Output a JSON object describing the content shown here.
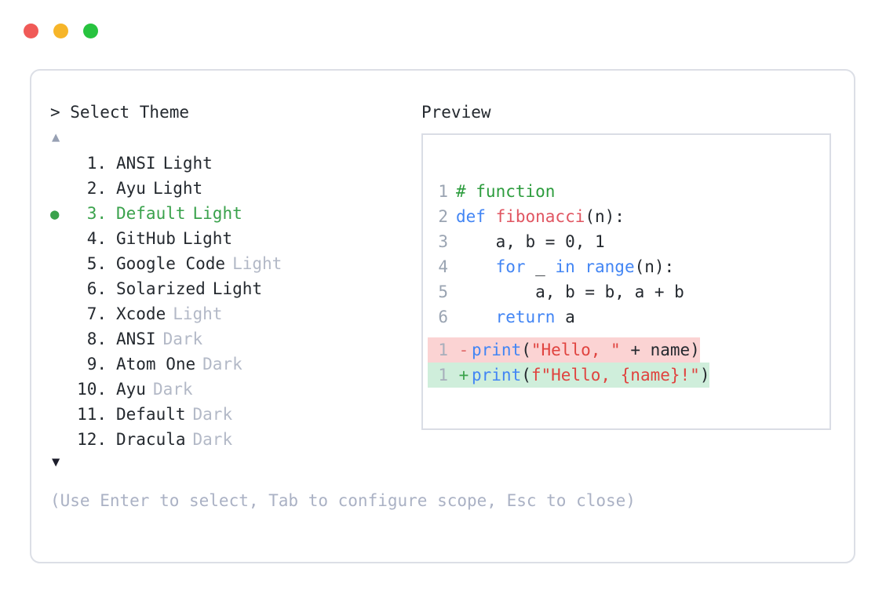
{
  "window": {
    "dots": [
      {
        "name": "close",
        "color": "#f05a57"
      },
      {
        "name": "minimize",
        "color": "#f6b529"
      },
      {
        "name": "maximize",
        "color": "#27c33f"
      }
    ]
  },
  "left": {
    "prompt": "> Select Theme",
    "scroll_up": "▲",
    "scroll_down": "▼",
    "selected_index": 3,
    "bullet": "●",
    "items": [
      {
        "index": "1.",
        "name": "ANSI",
        "variant": "Light",
        "variant_muted": false,
        "selected": false
      },
      {
        "index": "2.",
        "name": "Ayu",
        "variant": "Light",
        "variant_muted": false,
        "selected": false
      },
      {
        "index": "3.",
        "name": "Default",
        "variant": "Light",
        "variant_muted": false,
        "selected": true
      },
      {
        "index": "4.",
        "name": "GitHub",
        "variant": "Light",
        "variant_muted": false,
        "selected": false
      },
      {
        "index": "5.",
        "name": "Google Code",
        "variant": "Light",
        "variant_muted": true,
        "selected": false
      },
      {
        "index": "6.",
        "name": "Solarized",
        "variant": "Light",
        "variant_muted": false,
        "selected": false
      },
      {
        "index": "7.",
        "name": "Xcode",
        "variant": "Light",
        "variant_muted": true,
        "selected": false
      },
      {
        "index": "8.",
        "name": "ANSI",
        "variant": "Dark",
        "variant_muted": true,
        "selected": false
      },
      {
        "index": "9.",
        "name": "Atom One",
        "variant": "Dark",
        "variant_muted": true,
        "selected": false
      },
      {
        "index": "10.",
        "name": "Ayu",
        "variant": "Dark",
        "variant_muted": true,
        "selected": false
      },
      {
        "index": "11.",
        "name": "Default",
        "variant": "Dark",
        "variant_muted": true,
        "selected": false
      },
      {
        "index": "12.",
        "name": "Dracula",
        "variant": "Dark",
        "variant_muted": true,
        "selected": false
      }
    ]
  },
  "right": {
    "heading": "Preview",
    "code_lines": [
      {
        "ln": "1",
        "tokens": [
          {
            "t": "# function",
            "c": "comment"
          }
        ]
      },
      {
        "ln": "2",
        "tokens": [
          {
            "t": "def ",
            "c": "keyword"
          },
          {
            "t": "fibonacci",
            "c": "func"
          },
          {
            "t": "(n):",
            "c": "plain"
          }
        ]
      },
      {
        "ln": "3",
        "tokens": [
          {
            "t": "    a, b = 0, 1",
            "c": "plain"
          }
        ]
      },
      {
        "ln": "4",
        "tokens": [
          {
            "t": "    ",
            "c": "plain"
          },
          {
            "t": "for",
            "c": "keyword"
          },
          {
            "t": " _ ",
            "c": "plain"
          },
          {
            "t": "in range",
            "c": "keyword"
          },
          {
            "t": "(n):",
            "c": "plain"
          }
        ]
      },
      {
        "ln": "5",
        "tokens": [
          {
            "t": "        a, b = b, a + b",
            "c": "plain"
          }
        ]
      },
      {
        "ln": "6",
        "tokens": [
          {
            "t": "    ",
            "c": "plain"
          },
          {
            "t": "return",
            "c": "keyword"
          },
          {
            "t": " a",
            "c": "plain"
          }
        ]
      }
    ],
    "diff_lines": [
      {
        "ln": "1",
        "marker": "-",
        "kind": "removed",
        "tokens": [
          {
            "t": "print",
            "c": "keyword"
          },
          {
            "t": "(",
            "c": "plain"
          },
          {
            "t": "\"Hello, \"",
            "c": "string"
          },
          {
            "t": " + name)",
            "c": "plain"
          }
        ]
      },
      {
        "ln": "1",
        "marker": "+",
        "kind": "added",
        "tokens": [
          {
            "t": "print",
            "c": "keyword"
          },
          {
            "t": "(",
            "c": "plain"
          },
          {
            "t": "f\"Hello, {name}!\"",
            "c": "string"
          },
          {
            "t": ")",
            "c": "plain"
          }
        ]
      }
    ]
  },
  "footer": {
    "help": "(Use Enter to select, Tab to configure scope, Esc to close)"
  },
  "colors": {
    "selected": "#3aa24c",
    "muted": "#b3b9c7",
    "text": "#24292f",
    "line_number": "#9aa4b2",
    "comment": "#2c9c3d",
    "keyword": "#4285f4",
    "function": "#e05561",
    "string": "#e0433f",
    "diff_removed_bg": "#fbd3d3",
    "diff_added_bg": "#cfeedb",
    "border": "#dcdfe6",
    "help": "#aab1c4"
  }
}
